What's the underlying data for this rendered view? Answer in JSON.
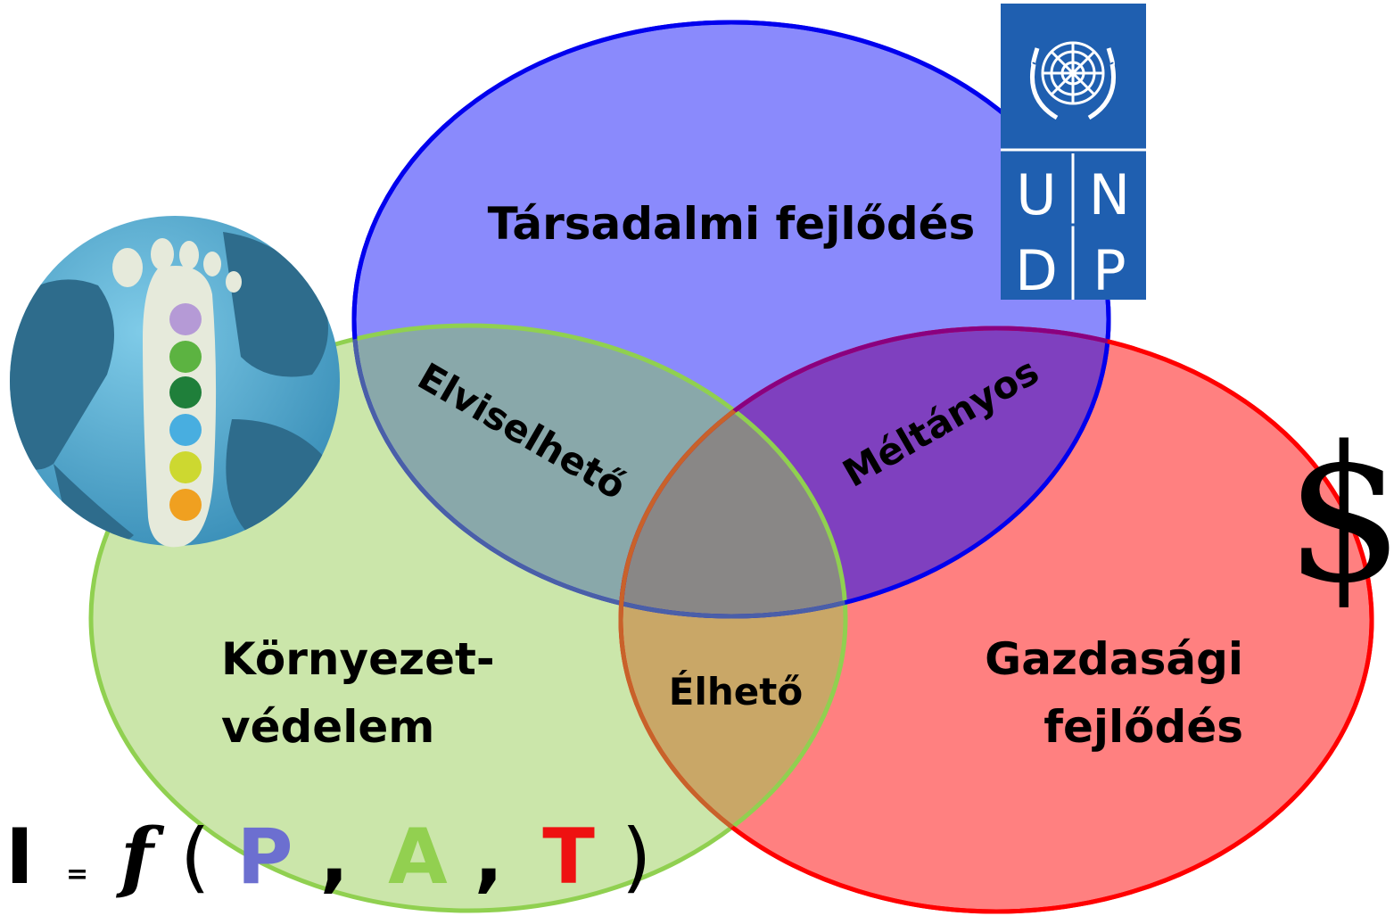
{
  "diagram": {
    "circles": {
      "social": {
        "label": "Társadalmi fejlődés",
        "color": "#0000ee",
        "fill": "#8080fc"
      },
      "environment": {
        "label_line1": "Környezet-",
        "label_line2": "védelem",
        "color": "#90d050",
        "fill": "#cbe6aa"
      },
      "economic": {
        "label_line1": "Gazdasági",
        "label_line2": "fejlődés",
        "color": "#ff0000",
        "fill": "#ff8080"
      }
    },
    "overlaps": {
      "social_environment": "Elviselhető",
      "social_economic": "Méltányos",
      "environment_economic": "Élhető"
    }
  },
  "undp_logo": {
    "letters": [
      "U",
      "N",
      "D",
      "P"
    ],
    "color": "#1f5fb0"
  },
  "dollar_symbol": "$",
  "footprint_globe": {
    "icon": "globe-footprint-icon"
  },
  "formula": {
    "I": "I",
    "eq": "=",
    "f": "f",
    "open": "(",
    "P": "P",
    "comma1": ",",
    "A": "A",
    "comma2": ",",
    "T": "T",
    "close": ")",
    "colors": {
      "P": "#6c6fd0",
      "A": "#92d050",
      "T": "#ee1111"
    }
  }
}
